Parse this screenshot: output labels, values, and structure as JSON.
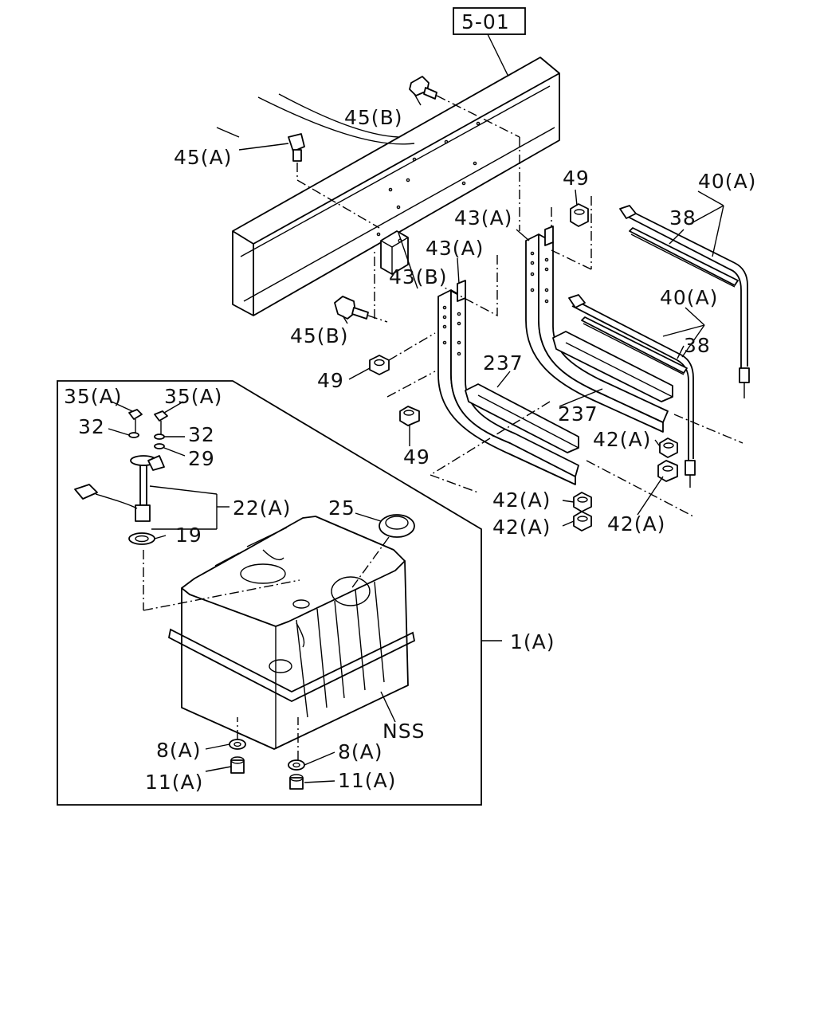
{
  "ref_box": "5-01",
  "callouts": {
    "l45b_top": "45(B)",
    "l45a": "45(A)",
    "l49_top": "49",
    "l40a_top": "40(A)",
    "l43a_1": "43(A)",
    "l38_top": "38",
    "l43a_2": "43(A)",
    "l43b": "43(B)",
    "l40a_mid": "40(A)",
    "l45b_mid": "45(B)",
    "l38_mid": "38",
    "l49_mid": "49",
    "l237_a": "237",
    "l237_b": "237",
    "l35a_l": "35(A)",
    "l35a_r": "35(A)",
    "l32_l": "32",
    "l32_r": "32",
    "l29": "29",
    "l42a_1": "42(A)",
    "l49_low": "49",
    "l25": "25",
    "l22a": "22(A)",
    "l42a_2": "42(A)",
    "l42a_3": "42(A)",
    "l42a_4": "42(A)",
    "l19": "19",
    "l1a": "1(A)",
    "lnss": "NSS",
    "l8a_l": "8(A)",
    "l8a_r": "8(A)",
    "l11a_l": "11(A)",
    "l11a_r": "11(A)"
  }
}
